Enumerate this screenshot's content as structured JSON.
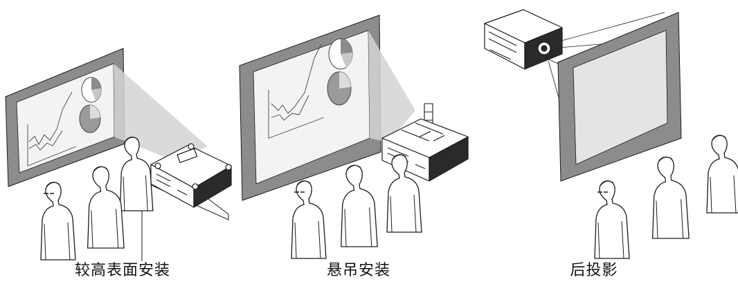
{
  "captions": {
    "desktop": "较高表面安装",
    "ceiling": "悬吊安装",
    "rear": "后投影"
  },
  "colors": {
    "frame": "#8c8c8c",
    "beam": "#d4d4d4",
    "screen": "#f3f3f3",
    "line": "#1a1a1a",
    "rear_screen": "#e4e4e4"
  },
  "icons": [
    "projector-icon",
    "person-icon",
    "screen-icon",
    "chart-icon",
    "pie-icon"
  ]
}
